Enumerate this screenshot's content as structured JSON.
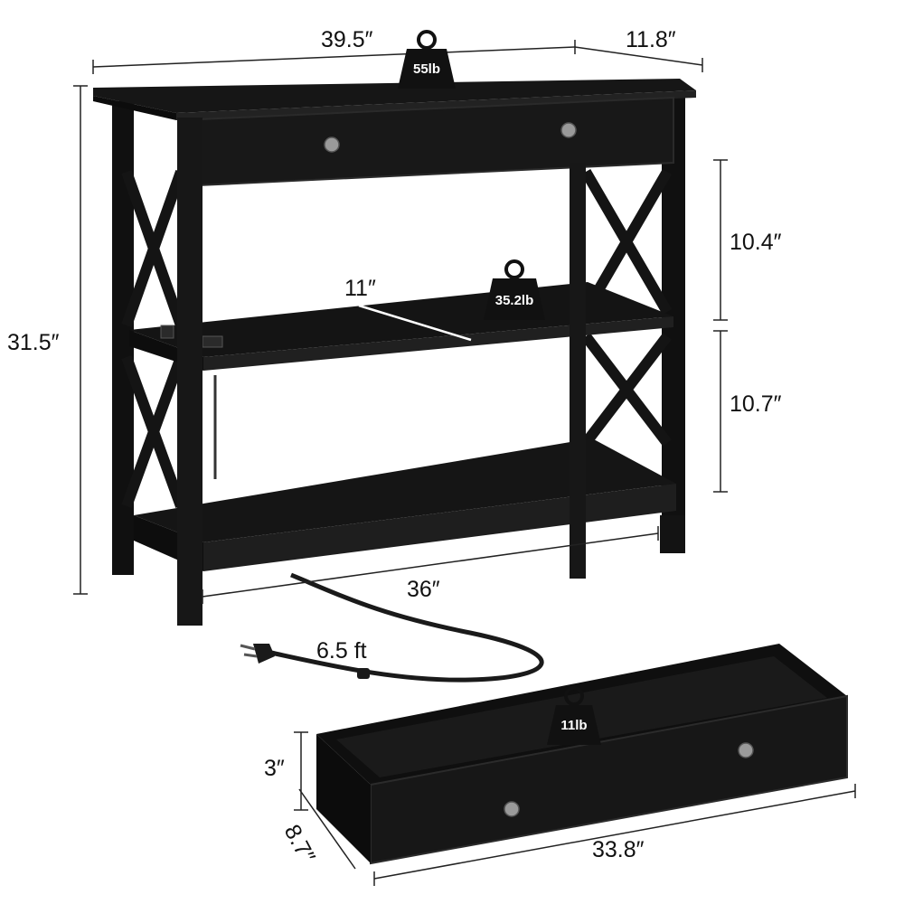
{
  "colors": {
    "wood": "#161616",
    "wood_edge": "#2a2a2a",
    "wood_dark": "#0c0c0c",
    "knob": "#9a9a9a",
    "dim_line": "#222222",
    "background": "#ffffff"
  },
  "dimensions": {
    "width": "39.5″",
    "depth": "11.8″",
    "height": "31.5″",
    "upper_gap": "10.4″",
    "lower_gap": "10.7″",
    "shelf_depth": "11″",
    "inner_width": "36″",
    "cord_length": "6.5 ft",
    "drawer_height": "3″",
    "drawer_depth": "8.7″",
    "drawer_width": "33.8″"
  },
  "weights": {
    "top": "55lb",
    "shelf": "35.2lb",
    "drawer": "11lb"
  },
  "icons": {
    "weight": "weight-icon",
    "plug": "power-plug-icon",
    "outlet": "power-outlet-icon"
  }
}
